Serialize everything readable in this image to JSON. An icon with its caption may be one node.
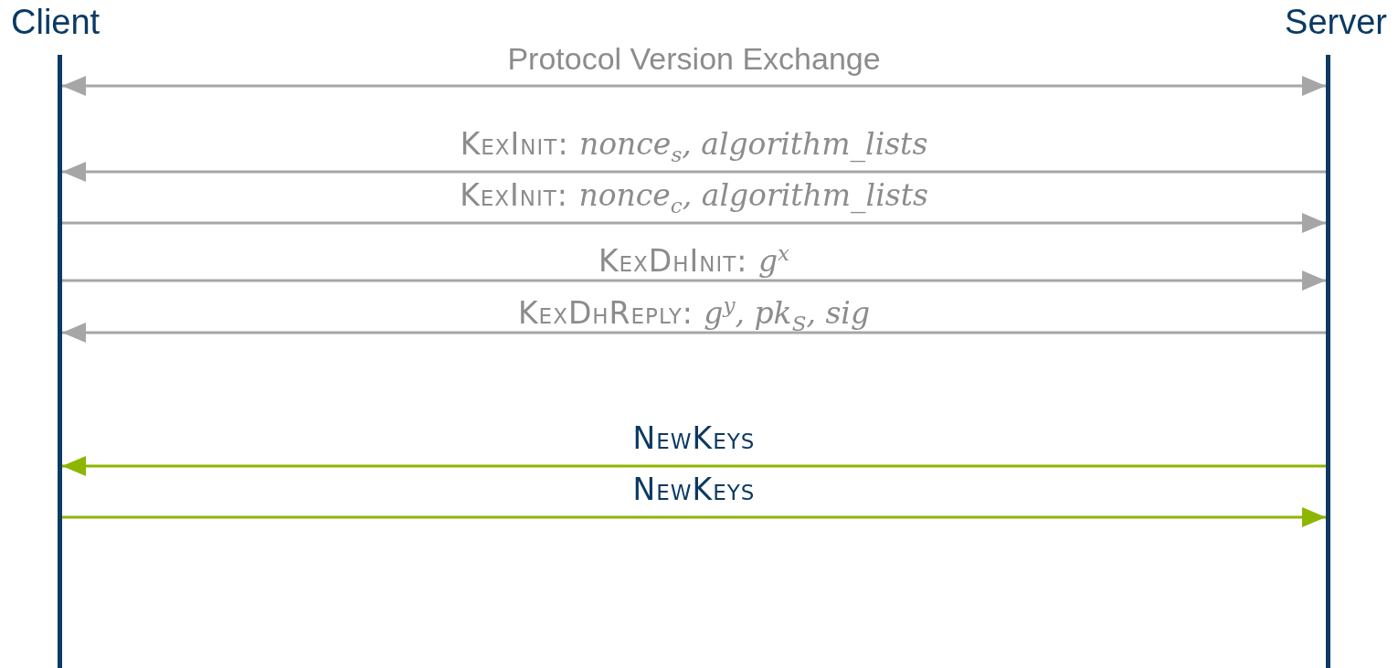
{
  "diagram": {
    "nodes": [
      {
        "text": [
          "Client"
        ]
      },
      {
        "text": [
          "Server"
        ]
      }
    ],
    "edges": [
      {
        "from": 0,
        "to": 1,
        "arrow": "both",
        "label": "Protocol Version Exchange"
      },
      {
        "from": 1,
        "to": 0,
        "arrow": "to",
        "label": "KexInit: *nonce*$_{s}$*, algorithm_lists*"
      },
      {
        "from": 0,
        "to": 1,
        "arrow": "to",
        "label": "KexInit: *nonce*$_{c}$*, algorithm_lists*"
      },
      {
        "from": 0,
        "to": 1,
        "arrow": "to",
        "label": "KexDhInit: *g*$^{x}$"
      },
      {
        "from": 1,
        "to": 0,
        "arrow": "to",
        "label": "KexDhReply: *g*$^{y}$*, pk*$_{S}$*, sig*"
      },
      {
        "from": 1,
        "to": 0,
        "arrow": "to",
        "label": "NewKeys",
        "color": "#8db600"
      },
      {
        "from": 0,
        "to": 1,
        "arrow": "to",
        "label": "NewKeys",
        "color": "#8db600"
      }
    ]
  }
}
